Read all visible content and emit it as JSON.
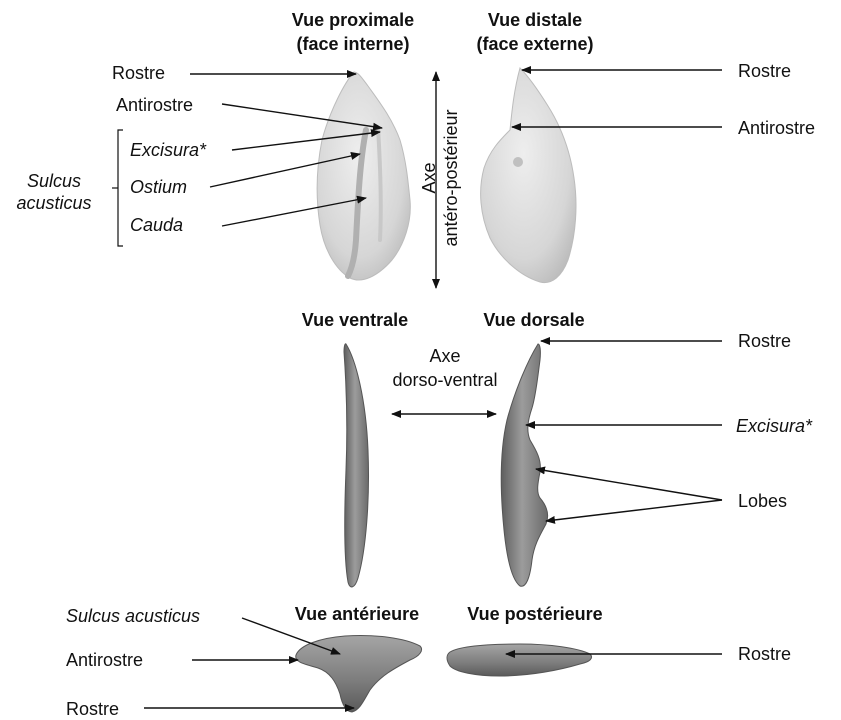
{
  "views": {
    "proximal": [
      "Vue proximale",
      "(face interne)"
    ],
    "distal": [
      "Vue distale",
      "(face externe)"
    ],
    "ventral": "Vue ventrale",
    "dorsal": "Vue dorsale",
    "anterior": "Vue antérieure",
    "posterior": "Vue postérieure"
  },
  "axes": {
    "antero_posterior": [
      "Axe",
      "antéro-postérieur"
    ],
    "dorso_ventral": [
      "Axe",
      "dorso-ventral"
    ]
  },
  "labels": {
    "rostre": "Rostre",
    "antirostre": "Antirostre",
    "excisura": "Excisura*",
    "ostium": "Ostium",
    "cauda": "Cauda",
    "sulcus_acusticus_group": [
      "Sulcus",
      "acusticus"
    ],
    "sulcus_acusticus": "Sulcus acusticus",
    "lobes": "Lobes"
  },
  "colors": {
    "otolith_light": "#dedede",
    "otolith_mid": "#bdbdbd",
    "otolith_dark": "#7a7a7a",
    "arrow": "#111111"
  }
}
